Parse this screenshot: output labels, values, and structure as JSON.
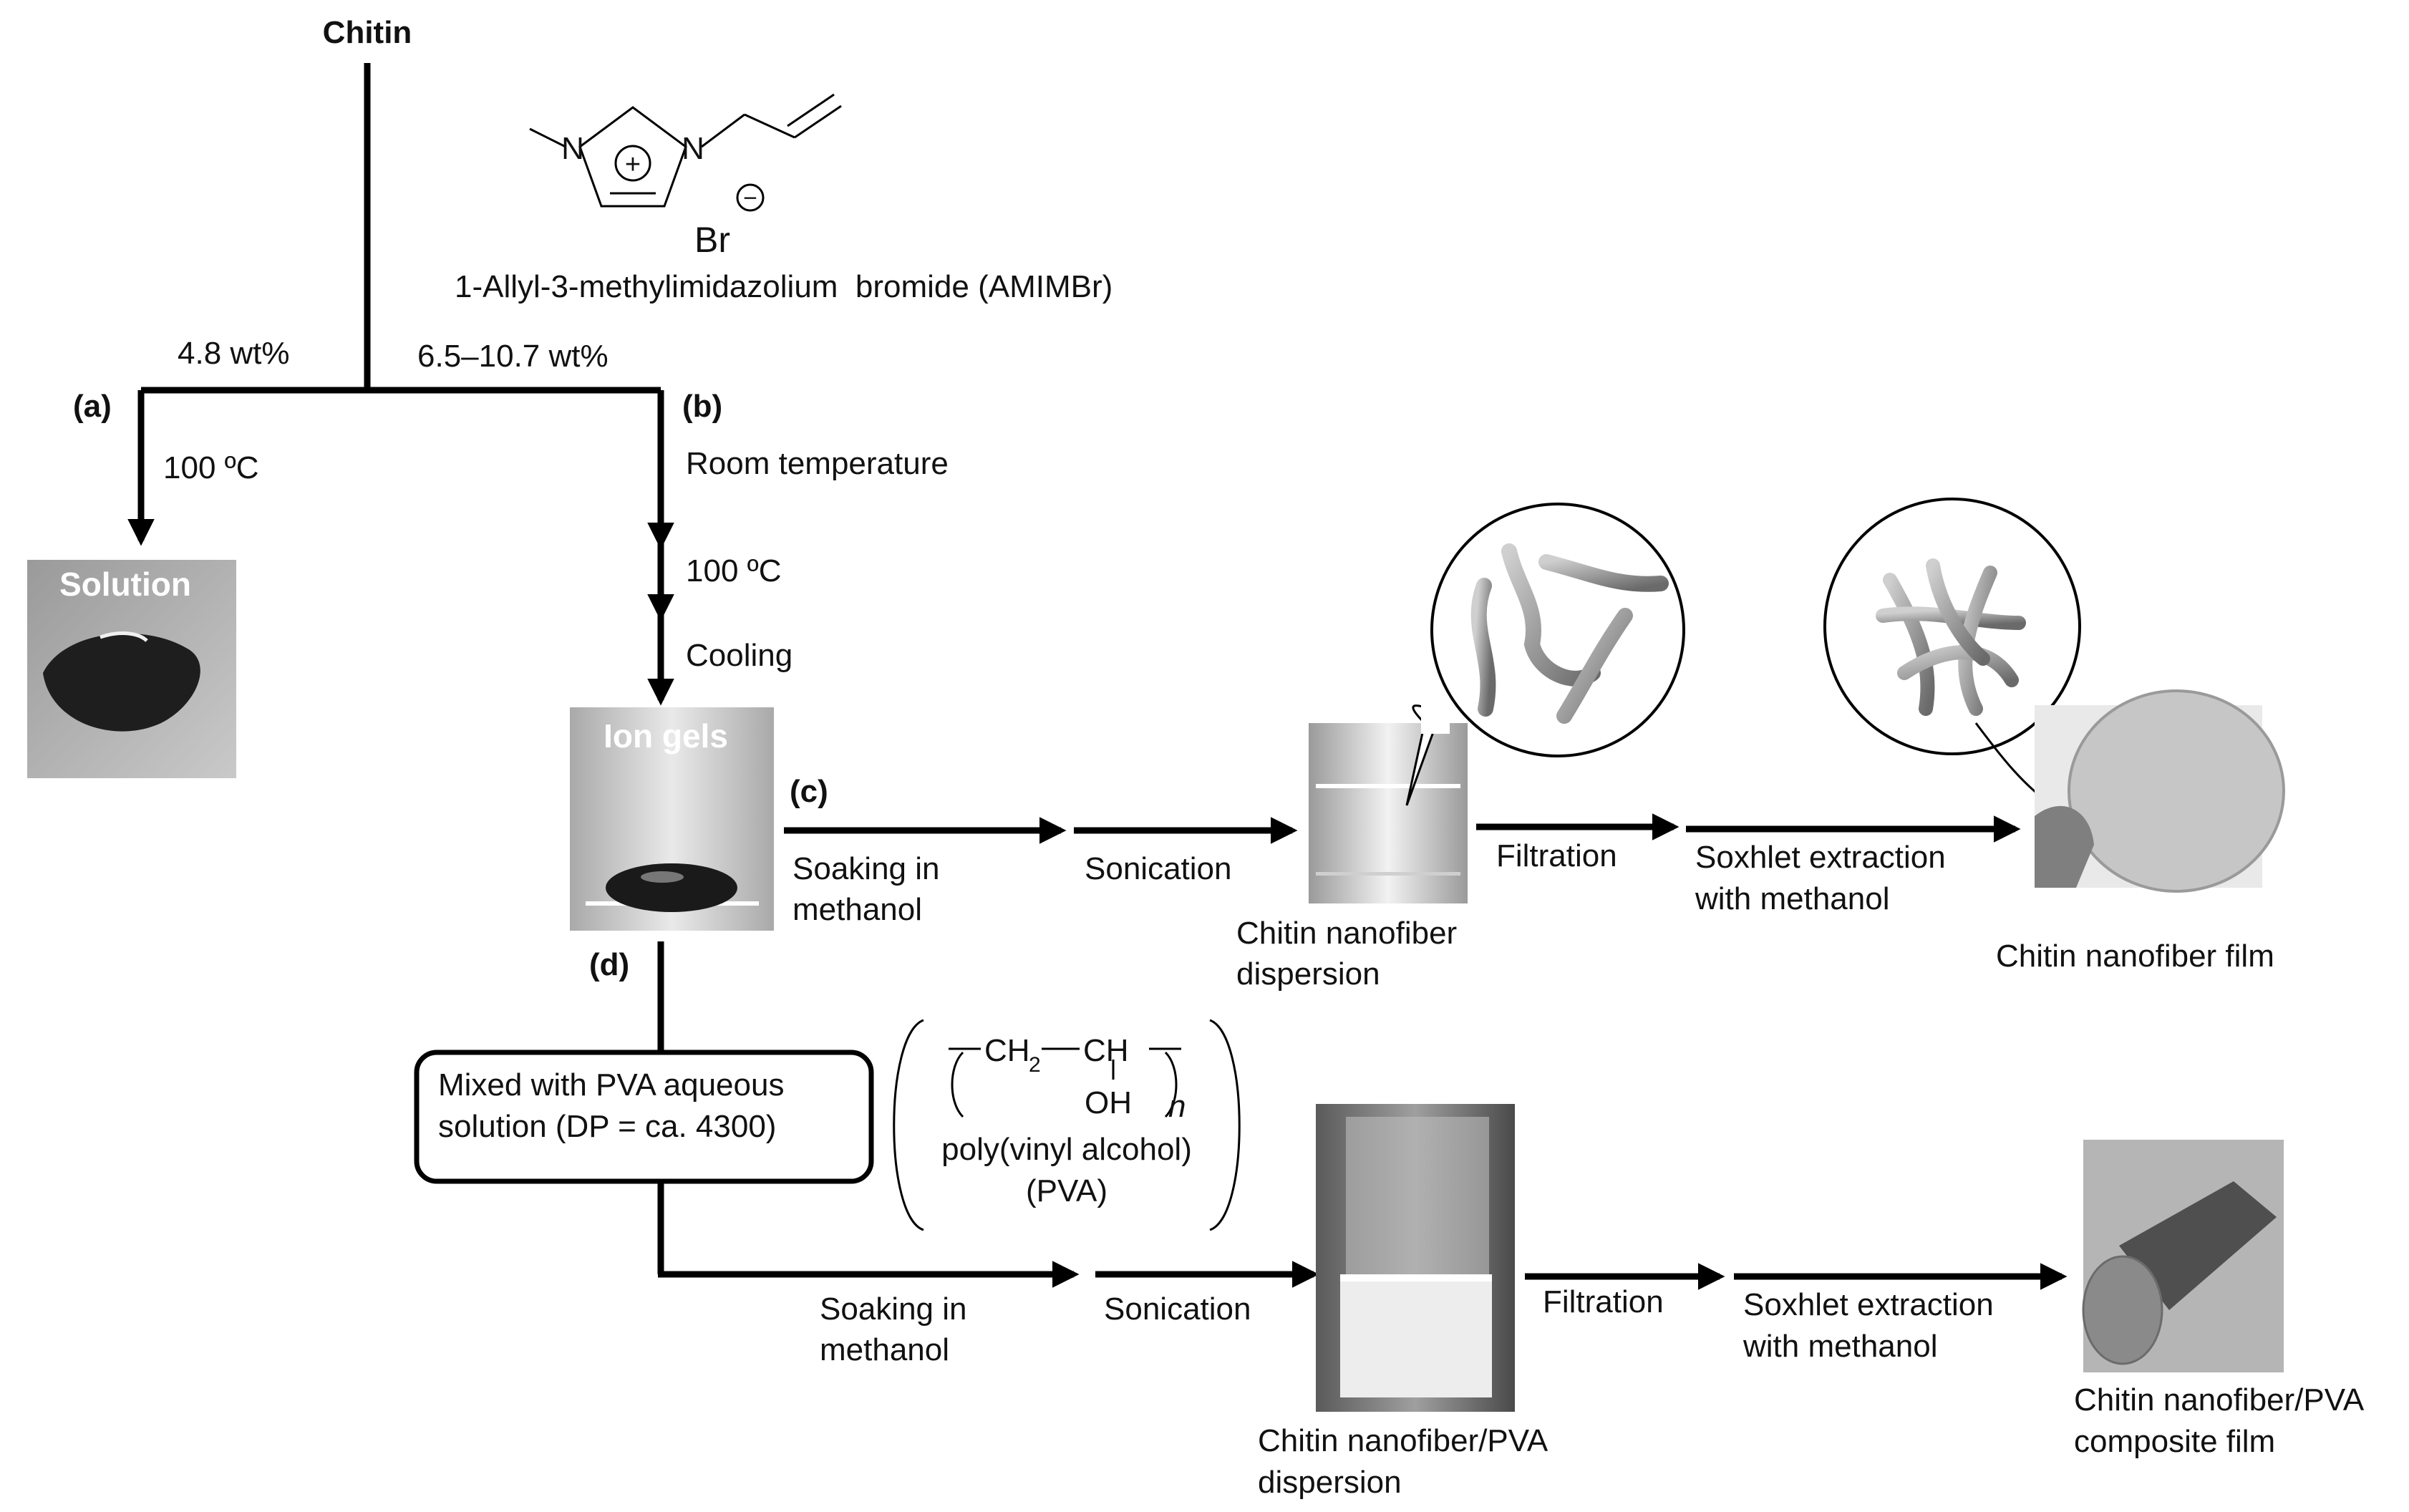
{
  "title": "Chitin",
  "ionic_liquid": {
    "name": "1-Allyl-3-methylimidazolium  bromide (AMIMBr)",
    "atom_n": "N",
    "anion": "Br",
    "plus": "+",
    "minus": "−"
  },
  "branch_a": {
    "concentration": "4.8 wt%",
    "tag": "(a)",
    "temperature": "100 ºC",
    "result_label": "Solution"
  },
  "branch_b": {
    "concentration": "6.5–10.7 wt%",
    "tag": "(b)",
    "step1": "Room temperature",
    "step2": "100 ºC",
    "step3": "Cooling",
    "result_label": "Ion gels"
  },
  "route_c": {
    "tag": "(c)",
    "step_soak_line1": "Soaking in",
    "step_soak_line2": "methanol",
    "step_sonication": "Sonication",
    "dispersion_line1": "Chitin nanofiber",
    "dispersion_line2": "dispersion",
    "step_filtration": "Filtration",
    "step_soxhlet_line1": "Soxhlet extraction",
    "step_soxhlet_line2": "with methanol",
    "product": "Chitin nanofiber film"
  },
  "route_d": {
    "tag": "(d)",
    "mix_line1": "Mixed with PVA aqueous",
    "mix_line2": "solution (DP = ca. 4300)",
    "pva_ch2": "CH",
    "pva_ch2_sub": "2",
    "pva_ch": "CH",
    "pva_oh": "OH",
    "pva_n": "n",
    "pva_name": "poly(vinyl alcohol)",
    "pva_abbr": "(PVA)",
    "step_soak_line1": "Soaking in",
    "step_soak_line2": "methanol",
    "step_sonication": "Sonication",
    "dispersion_line1": "Chitin nanofiber/PVA",
    "dispersion_line2": "dispersion",
    "step_filtration": "Filtration",
    "step_soxhlet_line1": "Soxhlet extraction",
    "step_soxhlet_line2": "with methanol",
    "product_line1": "Chitin nanofiber/PVA",
    "product_line2": "composite film"
  }
}
